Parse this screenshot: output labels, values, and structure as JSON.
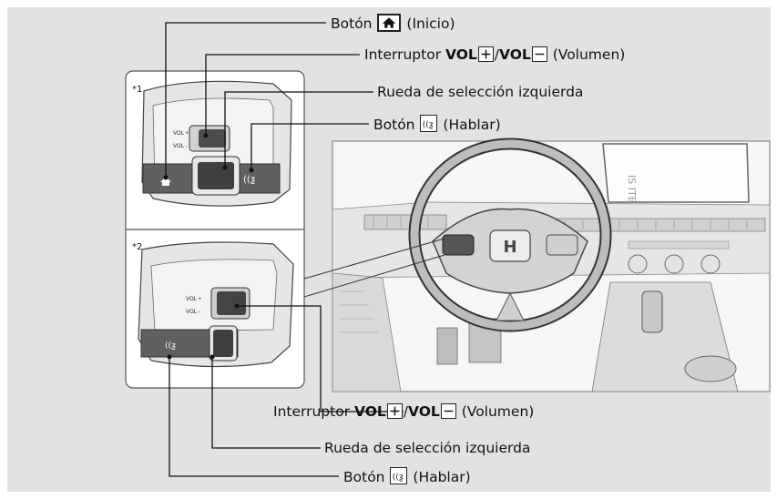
{
  "top_labels": {
    "home": {
      "prefix": "Botón",
      "suffix": "(Inicio)",
      "icon": "home-icon"
    },
    "volume": {
      "prefix": "Interruptor",
      "vol1": "VOL",
      "plus_sym": "+",
      "sep": "/",
      "vol2": "VOL",
      "minus_sym": "−",
      "suffix": "(Volumen)"
    },
    "selector": {
      "text": "Rueda de selección izquierda"
    },
    "talk": {
      "prefix": "Botón",
      "suffix": "(Hablar)",
      "icon": "talk-icon"
    }
  },
  "bottom_labels": {
    "volume": {
      "prefix": "Interruptor",
      "vol1": "VOL",
      "plus_sym": "+",
      "sep": "/",
      "vol2": "VOL",
      "minus_sym": "−",
      "suffix": "(Volumen)"
    },
    "selector": {
      "text": "Rueda de selección izquierda"
    },
    "talk": {
      "prefix": "Botón",
      "suffix": "(Hablar)",
      "icon": "talk-icon"
    }
  },
  "panels": {
    "panel1_marker": "*1",
    "panel2_marker": "*2",
    "vol_plus": "VOL +",
    "vol_minus": "VOL -"
  },
  "colors": {
    "background": "#e2e2e2",
    "panel_bg": "#ffffff",
    "button_dark": "#606060",
    "leader": "#111111"
  }
}
